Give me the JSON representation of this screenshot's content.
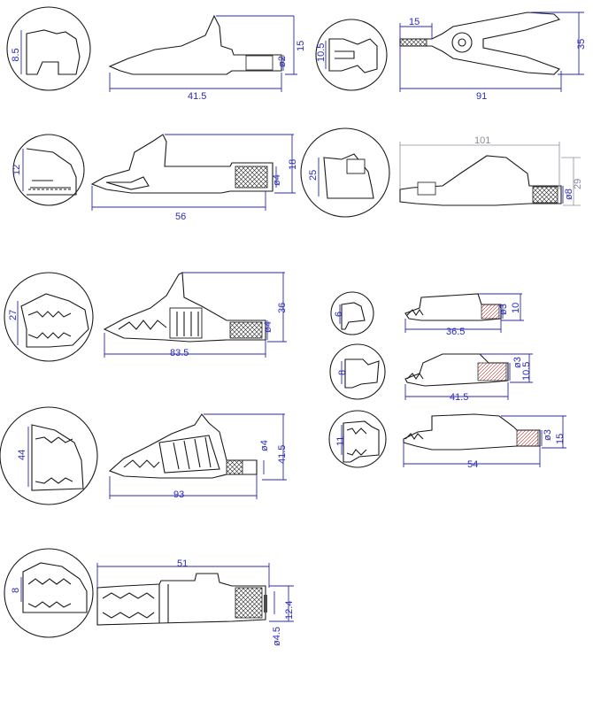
{
  "drawings": [
    {
      "id": "clip-1",
      "detail_dim": "8.5",
      "dims": {
        "length": "41.5",
        "height": "15",
        "diameter": "ø2"
      }
    },
    {
      "id": "clip-2",
      "detail_dim": "10.5",
      "dims": {
        "length": "91",
        "height": "35",
        "jaw": "15"
      }
    },
    {
      "id": "clip-3",
      "detail_dim": "12",
      "dims": {
        "length": "56",
        "height": "18",
        "diameter": "ø4"
      }
    },
    {
      "id": "clip-4",
      "detail_dim": "25",
      "dims": {
        "length": "101",
        "height": "29",
        "diameter": "ø8"
      }
    },
    {
      "id": "clip-5",
      "detail_dim": "27",
      "dims": {
        "length": "83.5",
        "height": "36",
        "diameter": "ø4"
      }
    },
    {
      "id": "clip-6",
      "detail_dim": "6",
      "dims": {
        "length": "36.5",
        "height": "10",
        "diameter": "ø3"
      }
    },
    {
      "id": "clip-7",
      "detail_dim": "8",
      "dims": {
        "length": "41.5",
        "height": "10.5",
        "diameter": "ø3"
      }
    },
    {
      "id": "clip-8",
      "detail_dim": "44",
      "dims": {
        "length": "93",
        "height": "41.5",
        "diameter": "ø4"
      }
    },
    {
      "id": "clip-9",
      "detail_dim": "11",
      "dims": {
        "length": "54",
        "height": "15",
        "diameter": "ø3"
      }
    },
    {
      "id": "clip-10",
      "detail_dim": "8",
      "dims": {
        "length": "51",
        "height": "12.4",
        "diameter": "ø4.5"
      }
    }
  ],
  "colors": {
    "outline": "#1a1a1a",
    "dimension": "#2a2ab8",
    "dimension_light": "#8c8c9e",
    "sleeve_dark": "#4b4b4b"
  }
}
